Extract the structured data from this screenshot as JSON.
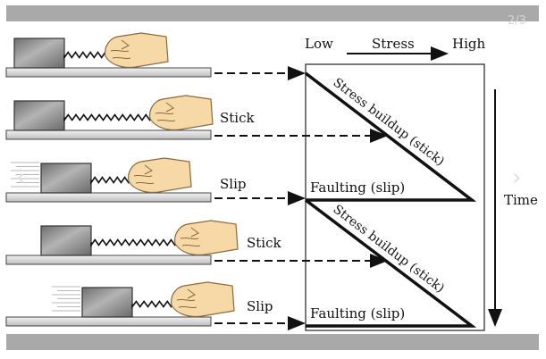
{
  "slide_counter": "2/3",
  "nav": {
    "prev_icon": "chevron-left-icon",
    "next_icon": "chevron-right-icon"
  },
  "stress_axis": {
    "low": "Low",
    "label": "Stress",
    "high": "High"
  },
  "time_axis": {
    "label": "Time"
  },
  "rows": [
    {
      "state": ""
    },
    {
      "state": "Stick"
    },
    {
      "state": "Slip"
    },
    {
      "state": "Stick"
    },
    {
      "state": "Slip"
    }
  ],
  "graph_labels": {
    "buildup_1": "Stress buildup (stick)",
    "faulting_1": "Faulting (slip)",
    "buildup_2": "Stress buildup (stick)",
    "faulting_2": "Faulting (slip)"
  },
  "colors": {
    "frame_bar": "#a9a9a9",
    "block": "#7d7d7d",
    "skin": "#f6d9a6",
    "ink": "#111111"
  }
}
